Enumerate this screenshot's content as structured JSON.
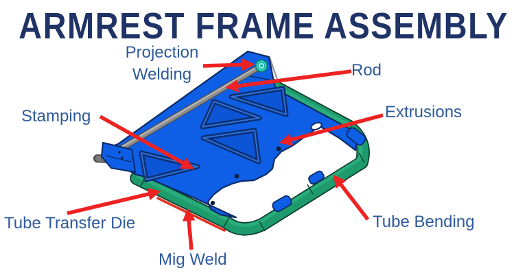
{
  "title": {
    "text": "ARMREST FRAME ASSEMBLY"
  },
  "labels": [
    {
      "id": "projection-welding",
      "text": "Projection Welding"
    },
    {
      "id": "rod",
      "text": "Rod"
    },
    {
      "id": "stamping",
      "text": "Stamping"
    },
    {
      "id": "extrusions",
      "text": "Extrusions"
    },
    {
      "id": "tube-transfer-die",
      "text": "Tube Transfer Die"
    },
    {
      "id": "mig-weld",
      "text": "Mig Weld"
    },
    {
      "id": "tube-bending",
      "text": "Tube Bending"
    }
  ],
  "colors": {
    "title_navy": "#1F3366",
    "label_blue": "#2E5A9B",
    "arrow_red": "#EE2222",
    "tube_green": "#1E9B6C",
    "tube_outline": "#0C3B2E",
    "plate_blue": "#0E5FE6",
    "plate_outline": "#0A2A66",
    "rod_gray": "#8F8F8F",
    "weld_nut_cyan": "#2FE0CC",
    "mig_weld_red": "#E03122"
  }
}
